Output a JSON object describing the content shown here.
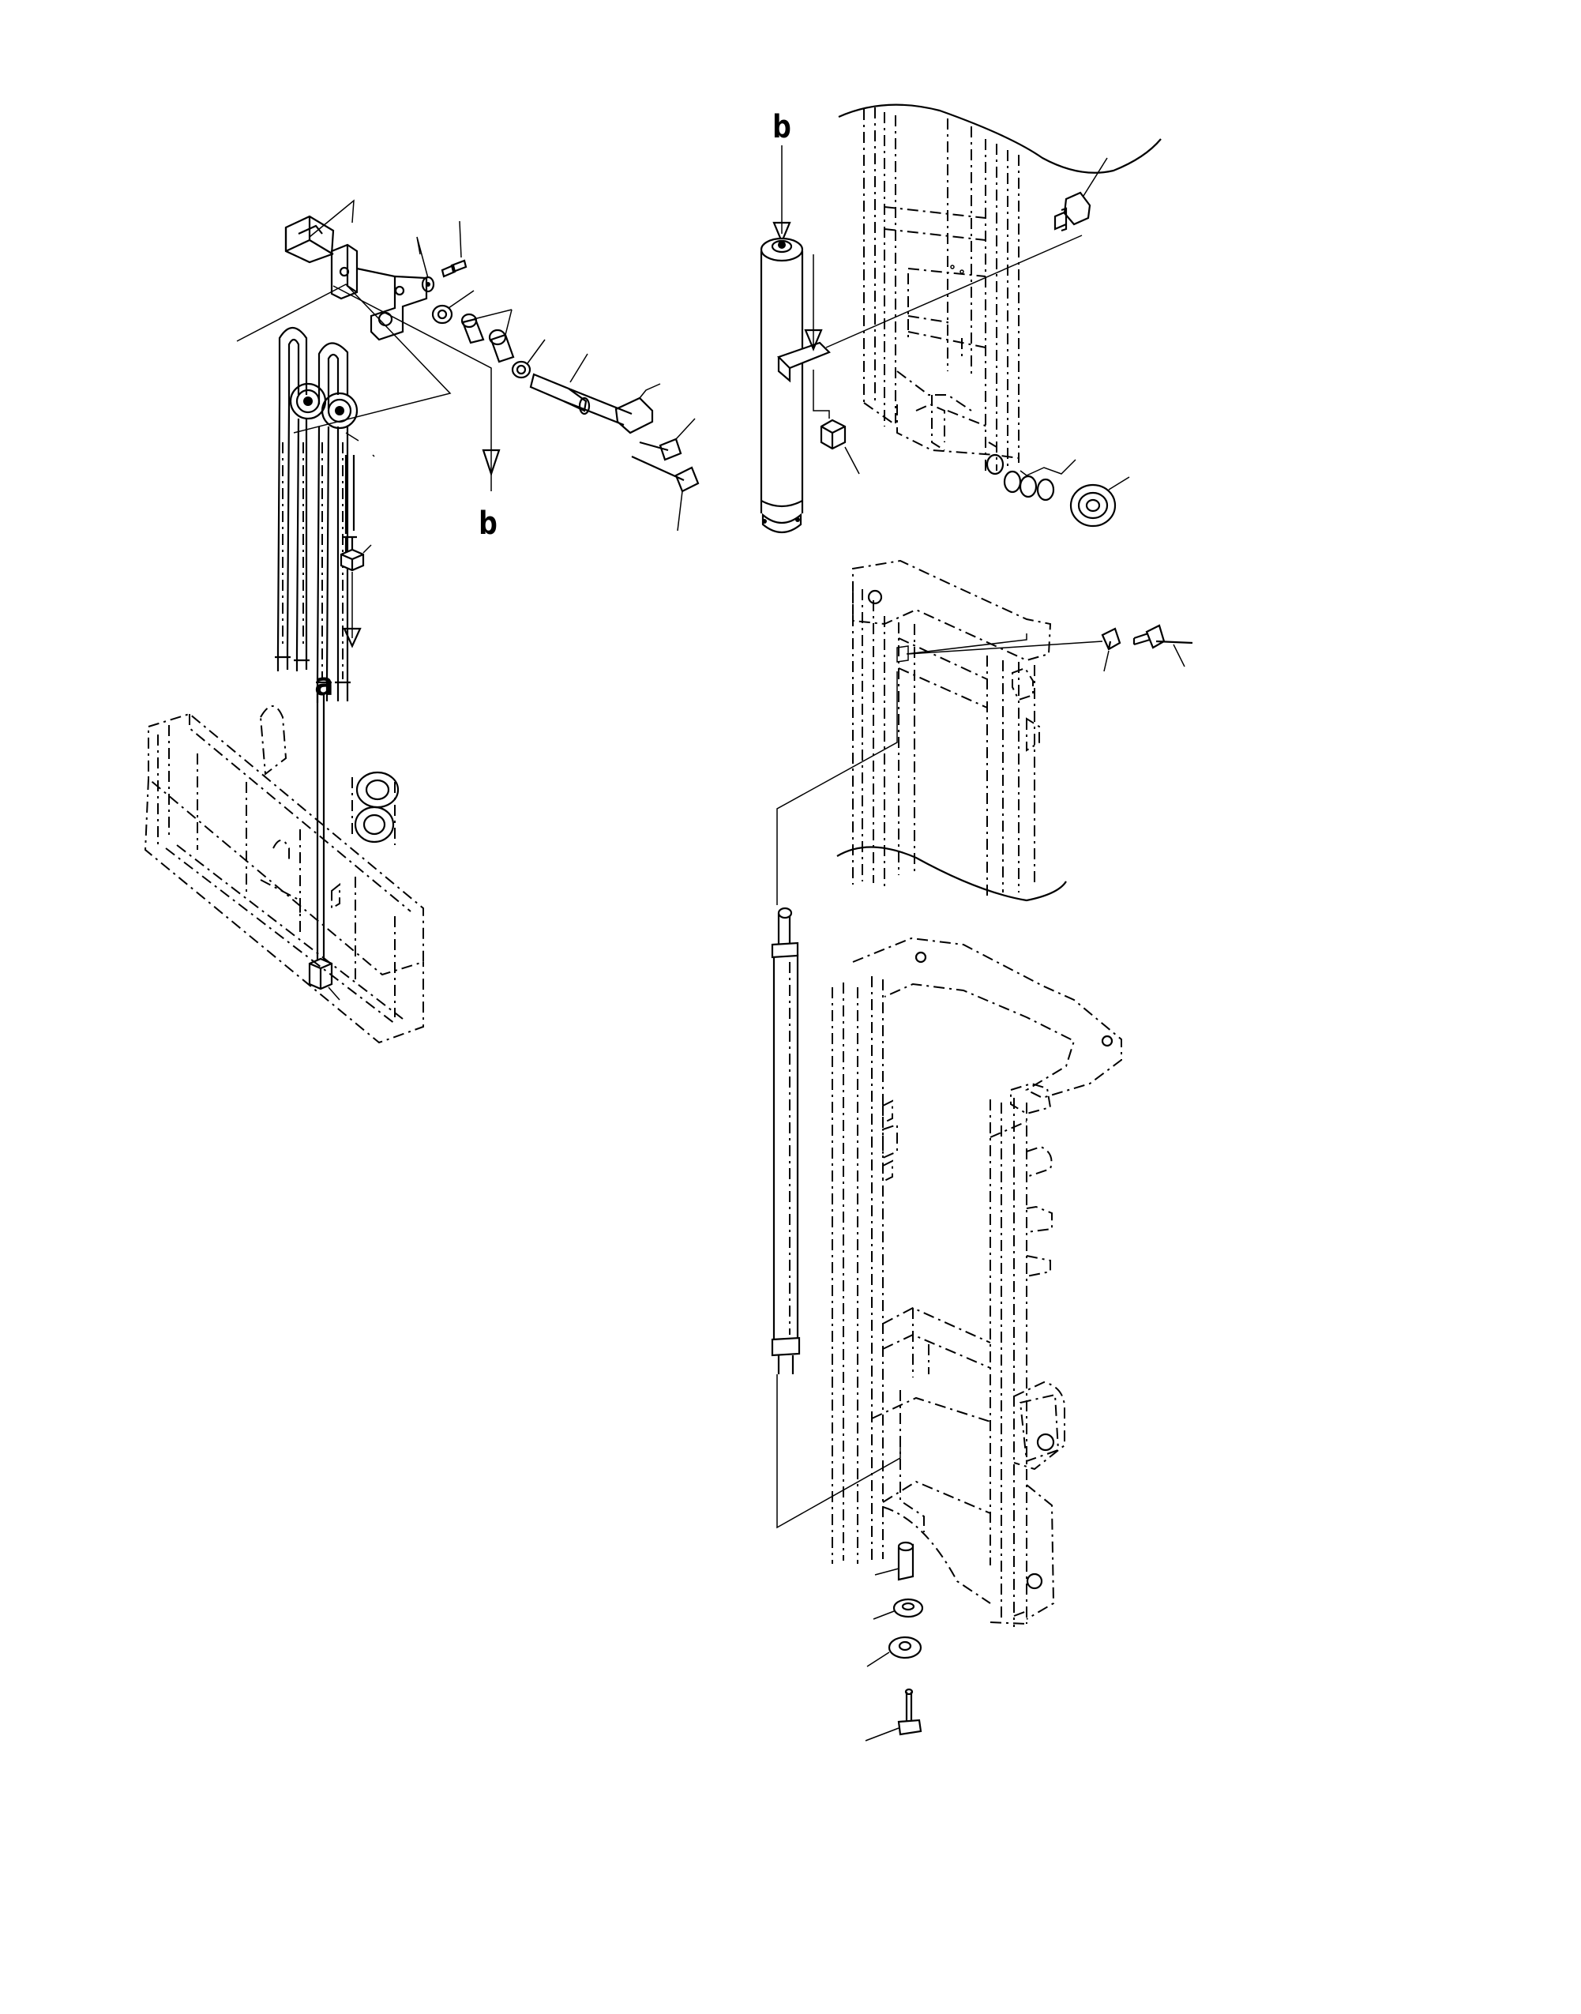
{
  "labels": {
    "b_left": "b",
    "b_right": "b",
    "a": "a"
  },
  "colors": {
    "ink": "#000000",
    "paper": "#ffffff"
  }
}
